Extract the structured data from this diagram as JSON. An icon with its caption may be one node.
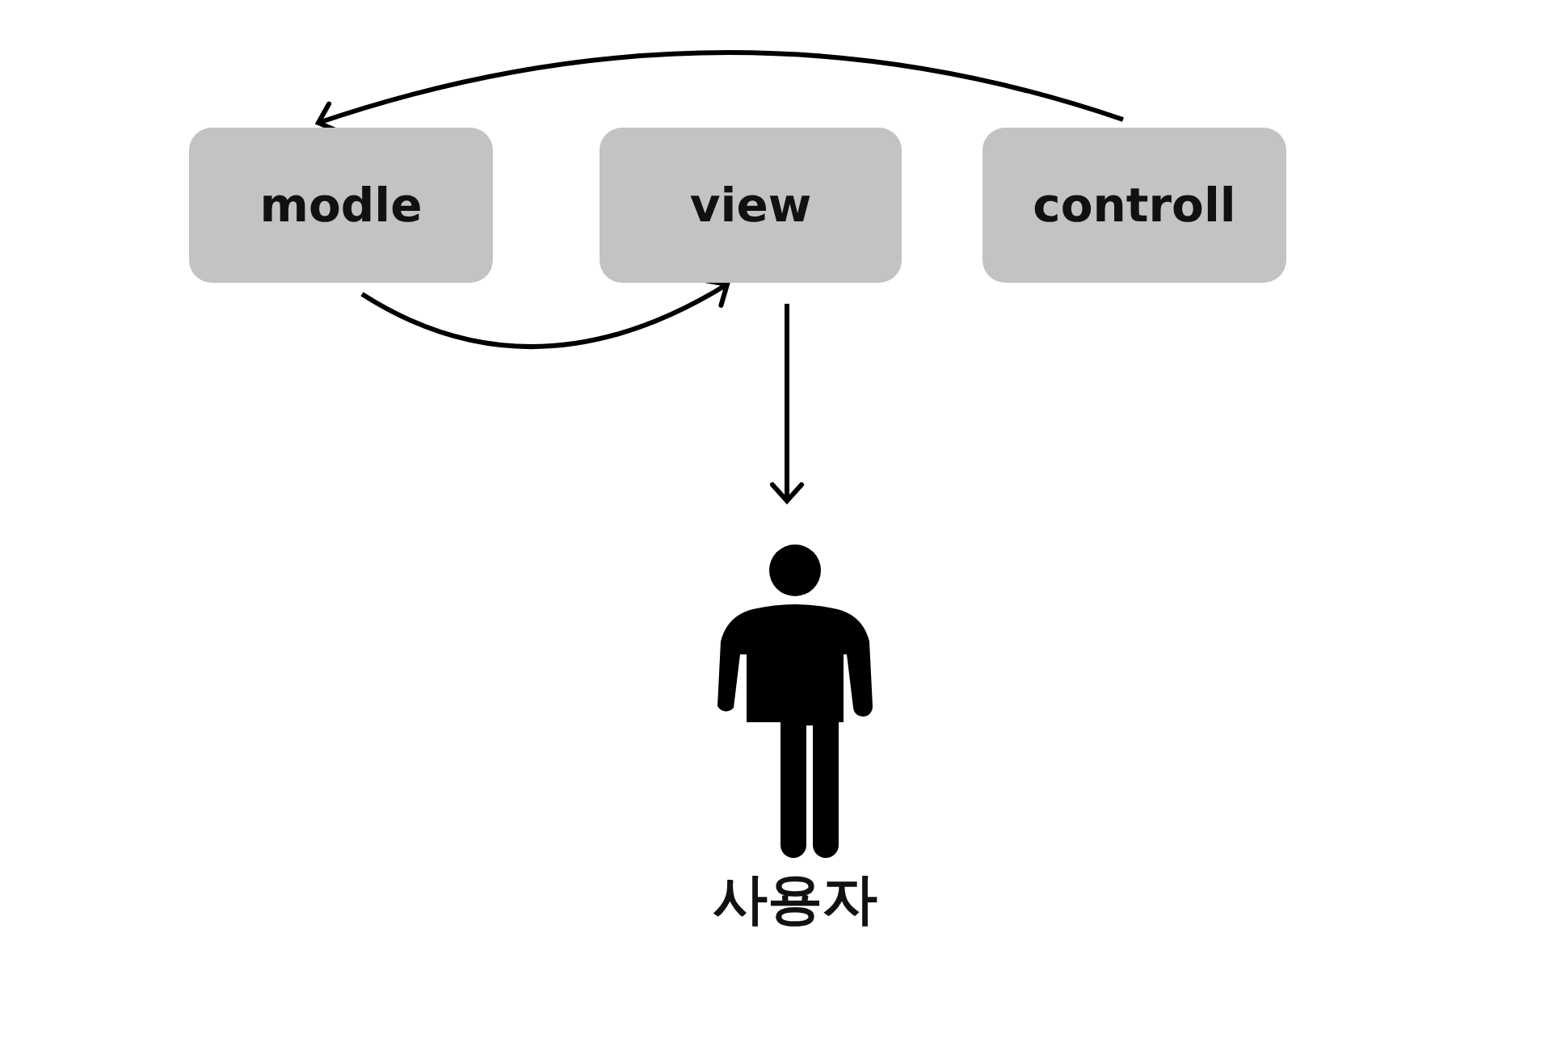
{
  "diagram": {
    "nodes": [
      {
        "text": [
          "modle"
        ]
      },
      {
        "text": [
          "view"
        ]
      },
      {
        "text": [
          "controll"
        ]
      },
      {
        "text": [
          "사용자"
        ]
      }
    ],
    "edges": [
      {
        "from": 2,
        "to": 0,
        "arrow": "to"
      },
      {
        "from": 0,
        "to": 1,
        "arrow": "to"
      },
      {
        "from": 1,
        "to": 3,
        "arrow": "to"
      }
    ]
  }
}
